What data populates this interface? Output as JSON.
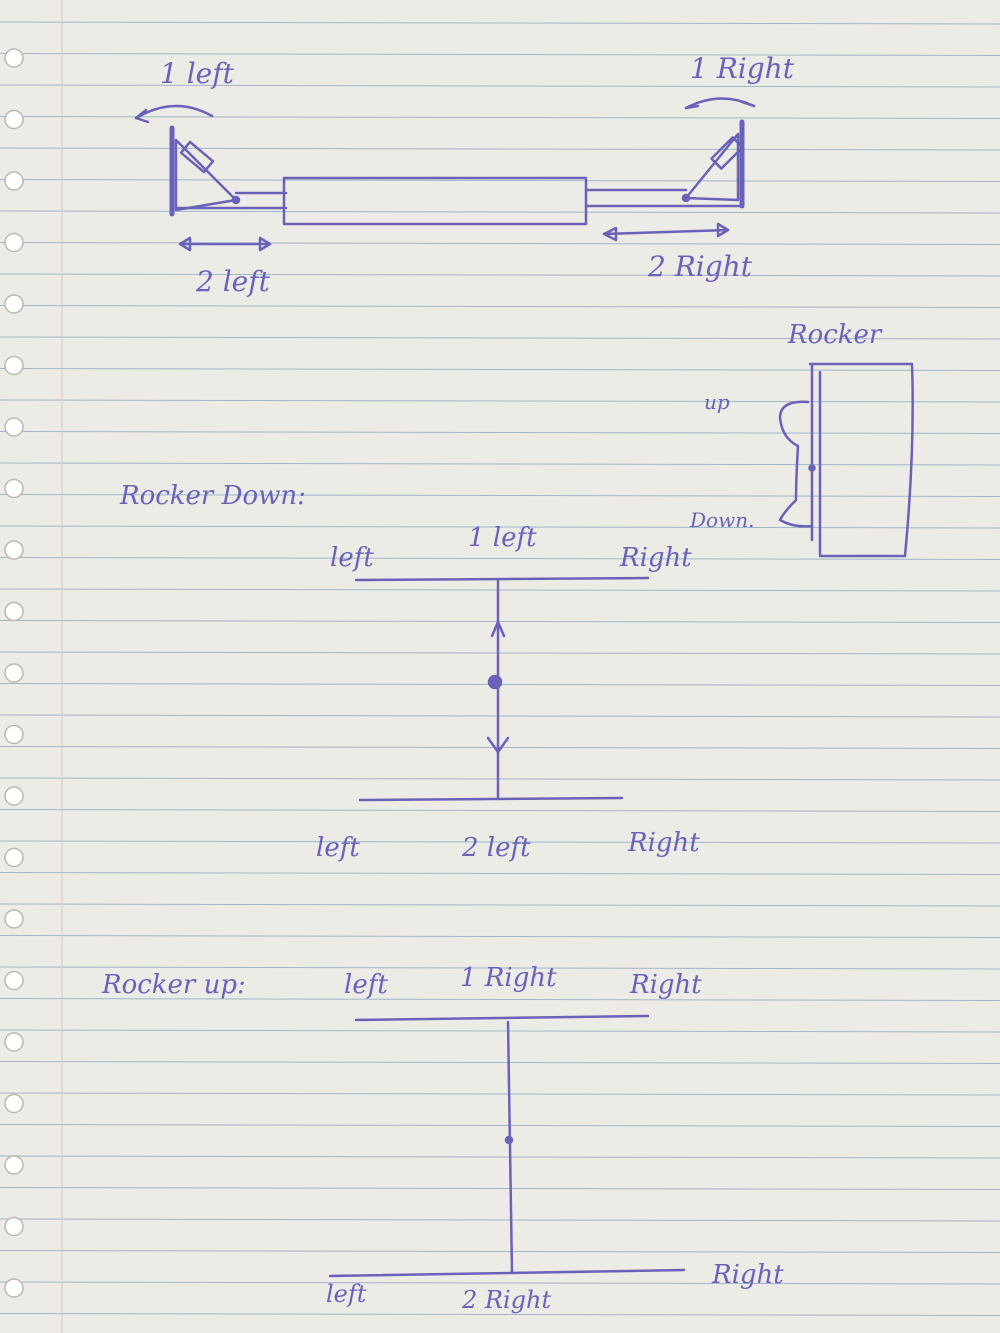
{
  "top_diagram": {
    "label_1_left": "1 left",
    "label_1_right": "1 Right",
    "label_2_left": "2 left",
    "label_2_right": "2 Right"
  },
  "rocker_detail": {
    "title": "Rocker",
    "up": "up",
    "down": "Down."
  },
  "rocker_down": {
    "heading": "Rocker Down:",
    "top_left": "left",
    "top_middle": "1 left",
    "top_right": "Right",
    "bottom_left": "left",
    "bottom_middle": "2 left",
    "bottom_right": "Right"
  },
  "rocker_up": {
    "heading": "Rocker up:",
    "top_left": "left",
    "top_middle": "1 Right",
    "top_right": "Right",
    "bottom_left": "left",
    "bottom_middle": "2 Right",
    "bottom_right": "Right"
  },
  "colors": {
    "paper": "#ecebe6",
    "ruled_line": "#9fb6c9",
    "ink": "#6a62b8"
  }
}
